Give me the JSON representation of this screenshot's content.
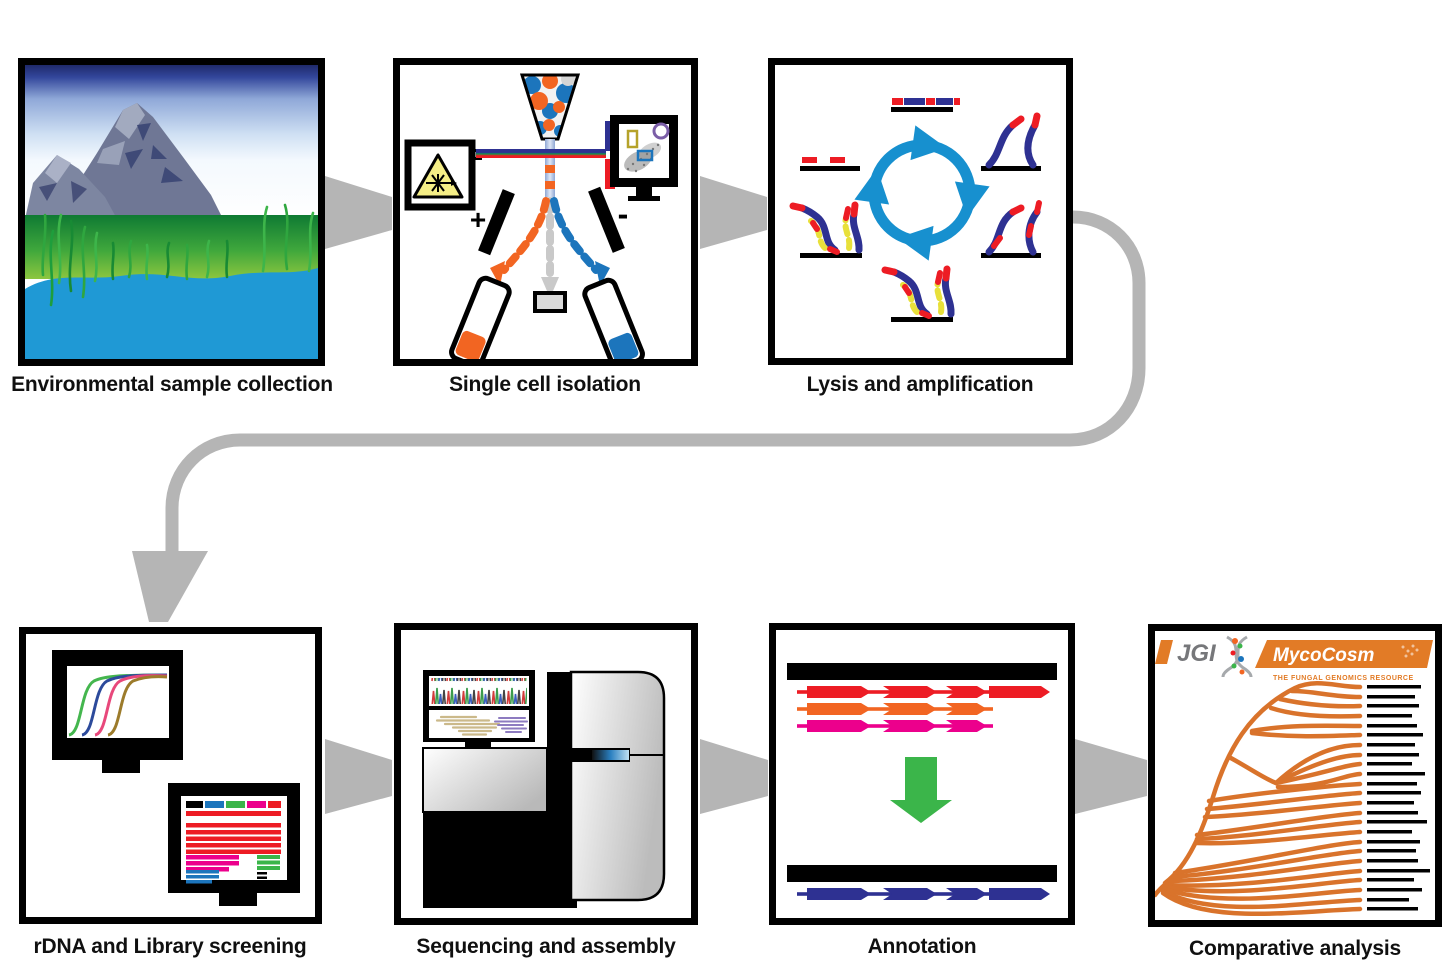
{
  "steps": [
    {
      "id": "environmental-sample-collection",
      "label": "Environmental sample collection"
    },
    {
      "id": "single-cell-isolation",
      "label": "Single cell isolation"
    },
    {
      "id": "lysis-and-amplification",
      "label": "Lysis and amplification"
    },
    {
      "id": "rdna-and-library-screening",
      "label": "rDNA and Library screening"
    },
    {
      "id": "sequencing-and-assembly",
      "label": "Sequencing and assembly"
    },
    {
      "id": "annotation",
      "label": "Annotation"
    },
    {
      "id": "comparative-analysis",
      "label": "Comparative analysis"
    }
  ],
  "sorter": {
    "plus_label": "+",
    "minus_label": "-"
  },
  "logo": {
    "jgi": "JGI",
    "name": "MycoCosm",
    "tagline": "THE FUNGAL GENOMICS RESOURCE"
  },
  "icons": [
    "laser-warning-icon",
    "dna-helix-icon",
    "cycle-arrow-icon",
    "down-arrow-icon"
  ],
  "colors": {
    "flow_arrow_gray": "#b5b5b5",
    "panel_border": "#000000",
    "laser_yellow": "#f5ee86",
    "orange": "#f26522",
    "blue": "#1c75bc",
    "dark_blue": "#2e3192",
    "red": "#ed1c24",
    "magenta": "#ec008c",
    "green": "#3bb54a",
    "primer_yellow": "#e8e03a",
    "cycle_blue": "#1790cf",
    "tree_orange": "#d9732b",
    "logo_orange": "#e27b26",
    "water_blue": "#1f99d5",
    "qpcr_green": "#44b64e",
    "qpcr_blue": "#2c4a9b",
    "qpcr_pink": "#e8487b",
    "qpcr_olive": "#9c7b2b"
  }
}
